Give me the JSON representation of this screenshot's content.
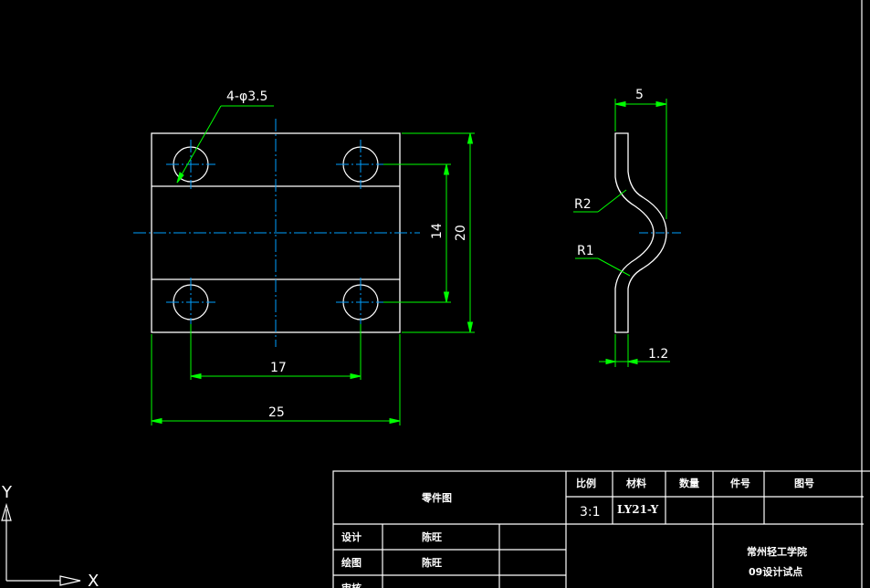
{
  "drawing": {
    "front_view": {
      "hole_callout": "4-φ3.5",
      "dim_hole_spacing_horizontal": "17",
      "dim_overall_width": "25",
      "dim_hole_spacing_vertical": "14",
      "dim_overall_height": "20"
    },
    "side_view": {
      "dim_offset": "5",
      "dim_radius_outer": "R2",
      "dim_radius_inner": "R1",
      "dim_thickness": "1.2"
    }
  },
  "title_block": {
    "drawing_name": "零件图",
    "col_scale": "比例",
    "col_material": "材料",
    "col_quantity": "数量",
    "col_part_no": "件号",
    "col_drawing_no": "图号",
    "scale_value": "3:1",
    "material_value": "LY21-Y",
    "row_design": "设计",
    "row_draw": "绘图",
    "row_check": "审核",
    "designer": "陈旺",
    "drafter": "陈旺",
    "institution_line1": "常州轻工学院",
    "institution_line2": "09设计试点"
  },
  "ucs": {
    "x_label": "X",
    "y_label": "Y"
  },
  "colors": {
    "background": "#000000",
    "outline": "#ffffff",
    "dimension": "#00ff00",
    "centerline": "#00a0ff"
  }
}
